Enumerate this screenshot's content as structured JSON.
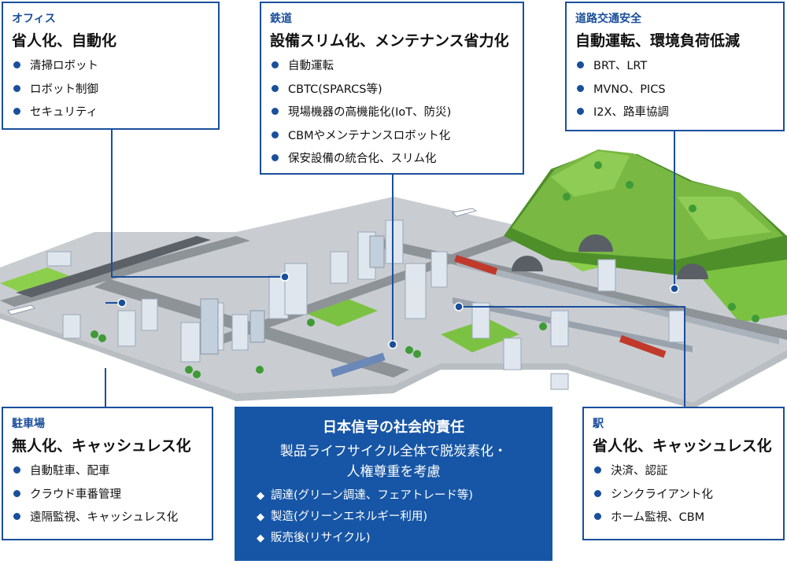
{
  "office": {
    "category": "オフィス",
    "headline": "省人化、自動化",
    "items": [
      "清掃ロボット",
      "ロボット制御",
      "セキュリティ"
    ]
  },
  "railway": {
    "category": "鉄道",
    "headline": "設備スリム化、メンテナンス省力化",
    "items": [
      "自動運転",
      "CBTC(SPARCS等)",
      "現場機器の高機能化(IoT、防災)",
      "CBMやメンテナンスロボット化",
      "保安設備の統合化、スリム化"
    ]
  },
  "road": {
    "category": "道路交通安全",
    "headline": "自動運転、環境負荷低減",
    "items": [
      "BRT、LRT",
      "MVNO、PICS",
      "I2X、路車協調"
    ]
  },
  "parking": {
    "category": "駐車場",
    "headline": "無人化、キャッシュレス化",
    "items": [
      "自動駐車、配車",
      "クラウド車番管理",
      "遠隔監視、キャッシュレス化"
    ]
  },
  "station": {
    "category": "駅",
    "headline": "省人化、キャッシュレス化",
    "items": [
      "決済、認証",
      "シンクライアント化",
      "ホーム監視、CBM"
    ]
  },
  "center": {
    "title": "日本信号の社会的責任",
    "subtitle_line1": "製品ライフサイクル全体で脱炭素化・",
    "subtitle_line2": "人権尊重を考慮",
    "items": [
      "調達(グリーン調達、フェアトレード等)",
      "製造(グリーンエネルギー利用)",
      "販売後(リサイクル)"
    ]
  },
  "colors": {
    "accent": "#1a4f9c",
    "center_bg": "#1756a6",
    "grass": "#7cc242",
    "road": "#8e9398"
  }
}
